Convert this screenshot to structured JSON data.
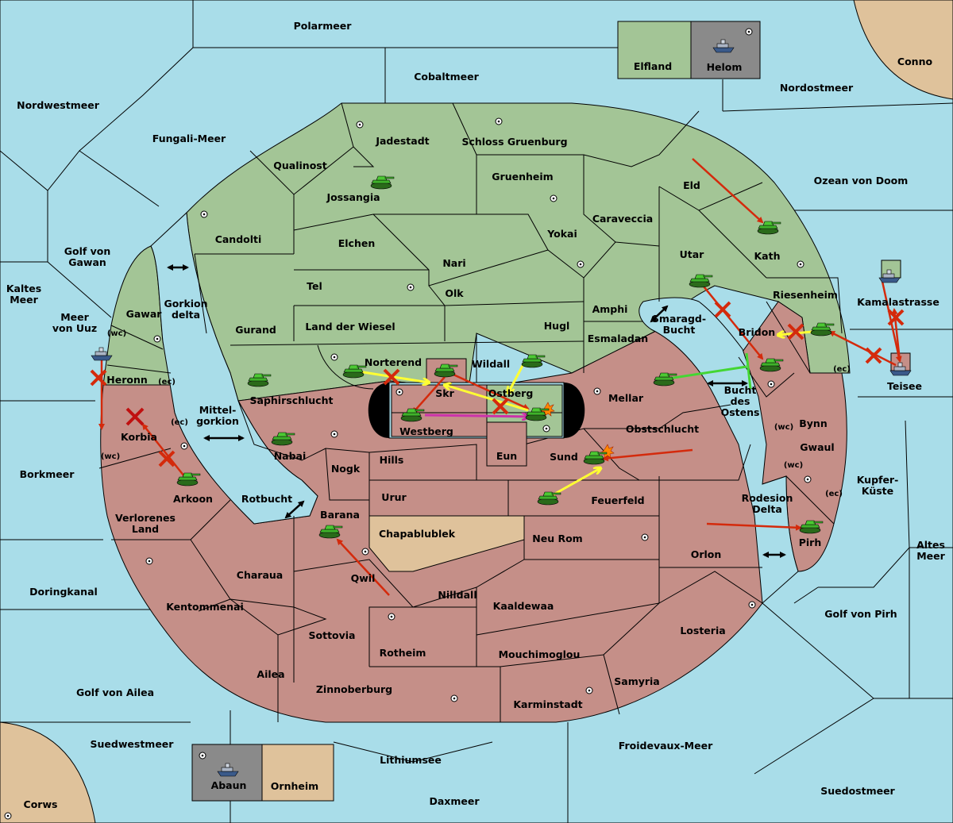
{
  "colors": {
    "sea": "#a9dde9",
    "north_power": "#a3c596",
    "south_power": "#c58f88",
    "neutral": "#dfc29b",
    "grey_box": "#8a8a8a",
    "arrow_red": "#d42a0c",
    "arrow_yellow": "#ffff33",
    "arrow_green": "#44d633",
    "arrow_magenta": "#cc33aa"
  },
  "labels": {
    "polarmeer": "Polarmeer",
    "cobaltmeer": "Cobaltmeer",
    "nordwestmeer": "Nordwestmeer",
    "fungali": "Fungali-Meer",
    "nordostmeer": "Nordostmeer",
    "conno": "Conno",
    "elfland": "Elfland",
    "helom": "Helom",
    "ozean": "Ozean von Doom",
    "jadestadt": "Jadestadt",
    "schloss": "Schloss Gruenburg",
    "qualinost": "Qualinost",
    "gruenheim": "Gruenheim",
    "eld": "Eld",
    "jossangia": "Jossangia",
    "caraveccia": "Caraveccia",
    "candolti": "Candolti",
    "elchen": "Elchen",
    "yokai": "Yokai",
    "kath": "Kath",
    "utar": "Utar",
    "nari": "Nari",
    "tel": "Tel",
    "olk": "Olk",
    "riesenheim": "Riesenheim",
    "kamalastrasse": "Kamalastrasse",
    "golf_gawan": "Golf von\nGawan",
    "kaltes": "Kaltes\nMeer",
    "gawar": "Gawar",
    "gorkion": "Gorkion\ndelta",
    "meer_uuz": "Meer\nvon Uuz",
    "wc": "(wc)",
    "ec": "(ec)",
    "gurand": "Gurand",
    "land_wiesel": "Land der Wiesel",
    "hugl": "Hugl",
    "amphi": "Amphi",
    "smaragd": "Smaragd-\nBucht",
    "bridon": "Bridon",
    "esmaladan": "Esmaladan",
    "norterend": "Norterend",
    "wildall": "Wildall",
    "heronn": "Heronn",
    "teisee": "Teisee",
    "saphirschlucht": "Saphirschlucht",
    "skr": "Skr",
    "ostberg": "Ostberg",
    "mellar": "Mellar",
    "mittelgorkion": "Mittel-\ngorkion",
    "korbia": "Korbia",
    "westberg": "Westberg",
    "bucht_ostens": "Bucht\ndes\nOstens",
    "bynn": "Bynn",
    "obstschlucht": "Obstschlucht",
    "nabai": "Nabai",
    "eun": "Eun",
    "gwaul": "Gwaul",
    "hills": "Hills",
    "sund": "Sund",
    "nogk": "Nogk",
    "borkmeer": "Borkmeer",
    "kupfer": "Kupfer-\nKüste",
    "arkoon": "Arkoon",
    "urur": "Urur",
    "feuerfeld": "Feuerfeld",
    "rotbucht": "Rotbucht",
    "rodesion": "Rodesion\nDelta",
    "barana": "Barana",
    "verlorenes": "Verlorenes\nLand",
    "chapablublek": "Chapablublek",
    "neu_rom": "Neu Rom",
    "pirh": "Pirh",
    "altes": "Altes\nMeer",
    "orlon": "Orlon",
    "charaua": "Charaua",
    "qwil": "Qwil",
    "doringkanal": "Doringkanal",
    "nilldall": "Nilldall",
    "kaaldewaa": "Kaaldewaa",
    "kentommenai": "Kentommenai",
    "golf_pirh": "Golf von Pirh",
    "losteria": "Losteria",
    "sottovia": "Sottovia",
    "rotheim": "Rotheim",
    "mouchimoglou": "Mouchimoglou",
    "ailea": "Ailea",
    "samyria": "Samyria",
    "golf_ailea": "Golf von Ailea",
    "zinnoberburg": "Zinnoberburg",
    "karminstadt": "Karminstadt",
    "suedwestmeer": "Suedwestmeer",
    "froidevaux": "Froidevaux-Meer",
    "lithiumsee": "Lithiumsee",
    "abaun": "Abaun",
    "ornheim": "Ornheim",
    "suedostmeer": "Suedostmeer",
    "corws": "Corws",
    "daxmeer": "Daxmeer"
  },
  "icons": {
    "tank": "tank-icon",
    "ship": "ship-icon",
    "supply_center": "supply-center-icon",
    "failed_move": "x-mark-icon",
    "dislodged": "explosion-icon"
  }
}
